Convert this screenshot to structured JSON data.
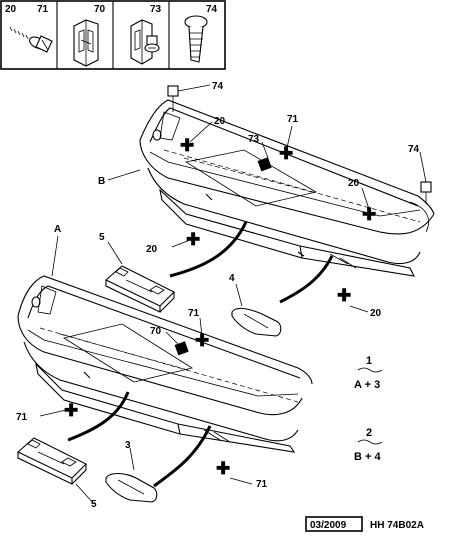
{
  "legend_boxes": [
    {
      "refs": [
        "20",
        "71"
      ],
      "icon": "screw-icon"
    },
    {
      "refs": [
        "70"
      ],
      "icon": "clip-nut-icon"
    },
    {
      "refs": [
        "73"
      ],
      "icon": "clip-nut-with-screw-icon"
    },
    {
      "refs": [
        "74"
      ],
      "icon": "push-rivet-icon"
    }
  ],
  "callouts": {
    "ref_74_top": "74",
    "ref_20_upper": "20",
    "ref_71_upper": "71",
    "ref_73": "73",
    "ref_74_right": "74",
    "ref_B": "B",
    "ref_20_right": "20",
    "ref_20_mid": "20",
    "ref_A": "A",
    "ref_5_upper": "5",
    "ref_4": "4",
    "ref_20_lower": "20",
    "ref_71_lower_mid": "71",
    "ref_70": "70",
    "ref_71_left": "71",
    "ref_3": "3",
    "ref_71_bottom": "71",
    "ref_5_lower": "5"
  },
  "variants": [
    {
      "number": "1",
      "formula": "A + 3"
    },
    {
      "number": "2",
      "formula": "B + 4"
    }
  ],
  "footer": {
    "date": "03/2009",
    "code": "HH 74B02A"
  }
}
